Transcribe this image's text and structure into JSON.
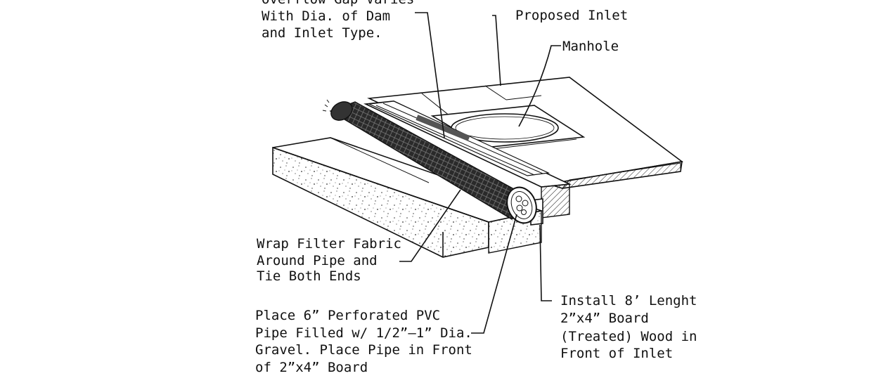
{
  "labels": {
    "overflow": [
      "Overflow Gap Varies",
      "With Dia. of Dam",
      "and Inlet Type."
    ],
    "proposed_inlet": "Proposed Inlet",
    "manhole": "Manhole",
    "wrap_filter": [
      "Wrap Filter Fabric",
      "Around Pipe and",
      "Tie Both Ends"
    ],
    "place_pipe": [
      "Place 6” Perforated PVC",
      "Pipe Filled w/ 1/2”—1” Dia.",
      "Gravel. Place Pipe in Front",
      "of 2”x4” Board"
    ],
    "install_board": [
      "Install 8’ Lenght",
      "2”x4” Board",
      "(Treated) Wood in",
      "Front of Inlet"
    ]
  }
}
